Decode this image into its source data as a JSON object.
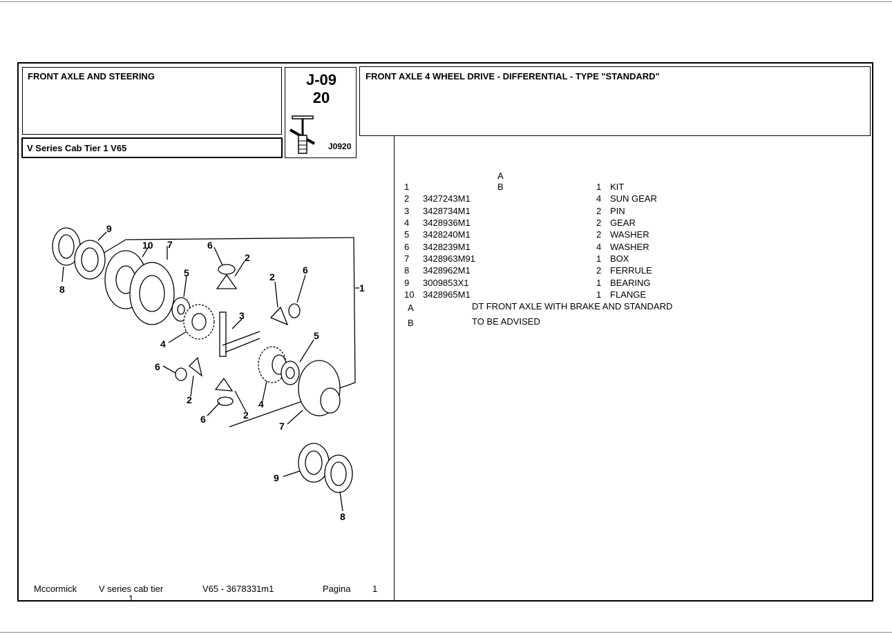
{
  "header": {
    "section_title": "FRONT AXLE AND STEERING",
    "model": "V Series Cab Tier 1  V65",
    "group_code": "J-09",
    "group_number": "20",
    "diagram_code": "J0920",
    "diagram_title": "FRONT AXLE 4 WHEEL DRIVE - DIFFERENTIAL - TYPE \"STANDARD\""
  },
  "parts_table": {
    "column_note_header": "A",
    "rows": [
      {
        "ref": "1",
        "part_no": "",
        "note": "B",
        "qty": "1",
        "desc": "KIT"
      },
      {
        "ref": "2",
        "part_no": "3427243M1",
        "note": "",
        "qty": "4",
        "desc": "SUN GEAR"
      },
      {
        "ref": "3",
        "part_no": "3428734M1",
        "note": "",
        "qty": "2",
        "desc": "PIN"
      },
      {
        "ref": "4",
        "part_no": "3428936M1",
        "note": "",
        "qty": "2",
        "desc": "GEAR"
      },
      {
        "ref": "5",
        "part_no": "3428240M1",
        "note": "",
        "qty": "2",
        "desc": "WASHER"
      },
      {
        "ref": "6",
        "part_no": "3428239M1",
        "note": "",
        "qty": "4",
        "desc": "WASHER"
      },
      {
        "ref": "7",
        "part_no": "3428963M91",
        "note": "",
        "qty": "1",
        "desc": "BOX"
      },
      {
        "ref": "8",
        "part_no": "3428962M1",
        "note": "",
        "qty": "2",
        "desc": "FERRULE"
      },
      {
        "ref": "9",
        "part_no": "3009853X1",
        "note": "",
        "qty": "1",
        "desc": "BEARING"
      },
      {
        "ref": "10",
        "part_no": "3428965M1",
        "note": "",
        "qty": "1",
        "desc": "FLANGE"
      }
    ],
    "notes": [
      {
        "key": "A",
        "text": "DT FRONT AXLE WITH BRAKE AND STANDARD"
      },
      {
        "key": "B",
        "text": "TO BE ADVISED"
      }
    ]
  },
  "diagram": {
    "callouts": [
      "9",
      "10",
      "7",
      "6",
      "2",
      "8",
      "5",
      "2",
      "6",
      "1",
      "3",
      "4",
      "5",
      "6",
      "2",
      "4",
      "2",
      "6",
      "7",
      "9",
      "8"
    ]
  },
  "footer": {
    "brand": "Mccormick",
    "series_line1": "V series cab tier",
    "series_line2": "1",
    "model_code": "V65 - 3678331m1",
    "page_label": "Pagina",
    "page_number": "1"
  }
}
